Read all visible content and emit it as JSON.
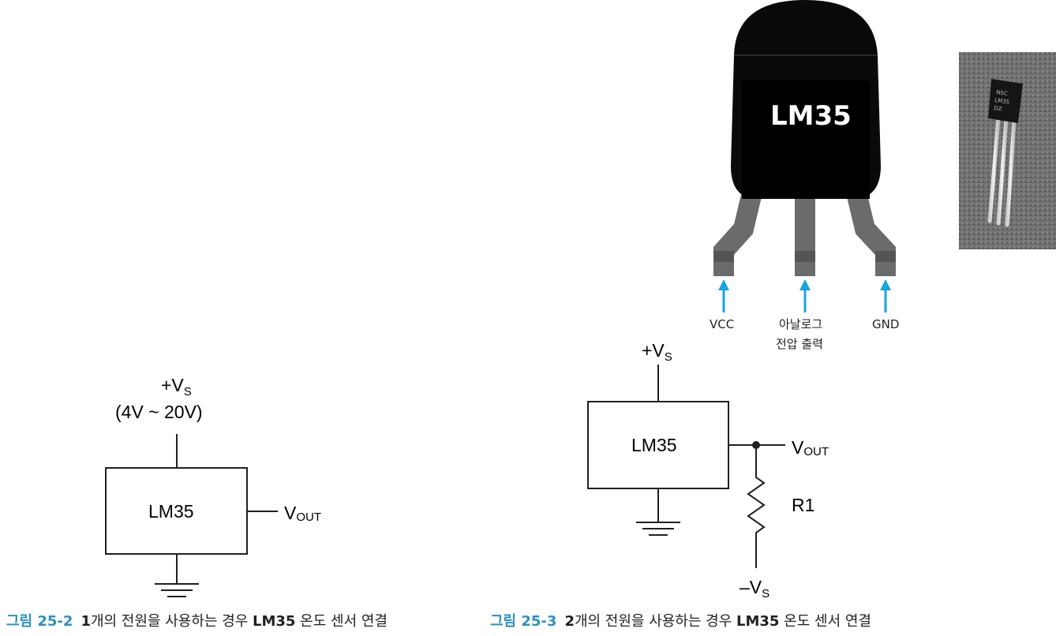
{
  "fig1": {
    "supply_label": "+V",
    "supply_sub": "S",
    "range_label": "(4V ~ 20V)",
    "chip_label": "LM35",
    "out_label": "V",
    "out_sub": "OUT",
    "caption_num": "그림 25-2",
    "caption_bold_a": "1",
    "caption_mid": "개의 전원을 사용하는 경우 ",
    "caption_bold_b": "LM35",
    "caption_end": " 온도 센서 연결"
  },
  "fig2": {
    "supply_label": "+V",
    "supply_sub": "S",
    "chip_label": "LM35",
    "out_label": "V",
    "out_sub": "OUT",
    "resistor_label": "R1",
    "neg_label": "–V",
    "neg_sub": "S",
    "caption_num": "그림 25-3",
    "caption_bold_a": "2",
    "caption_mid": "개의 전원을 사용하는 경우 ",
    "caption_bold_b": "LM35",
    "caption_end": " 온도 센서 연결"
  },
  "package": {
    "body_label": "LM35",
    "pin_vcc": "VCC",
    "pin_out_line1": "아날로그",
    "pin_out_line2": "전압 출력",
    "pin_gnd": "GND",
    "photo_mark1": "NSC",
    "photo_mark2": "LM35",
    "photo_mark3": "DZ"
  },
  "colors": {
    "arrow": "#1aa3dd",
    "caption_number": "#2f8fc0",
    "package_body": "#0a0a0a",
    "leg": "#6b6b6b"
  }
}
